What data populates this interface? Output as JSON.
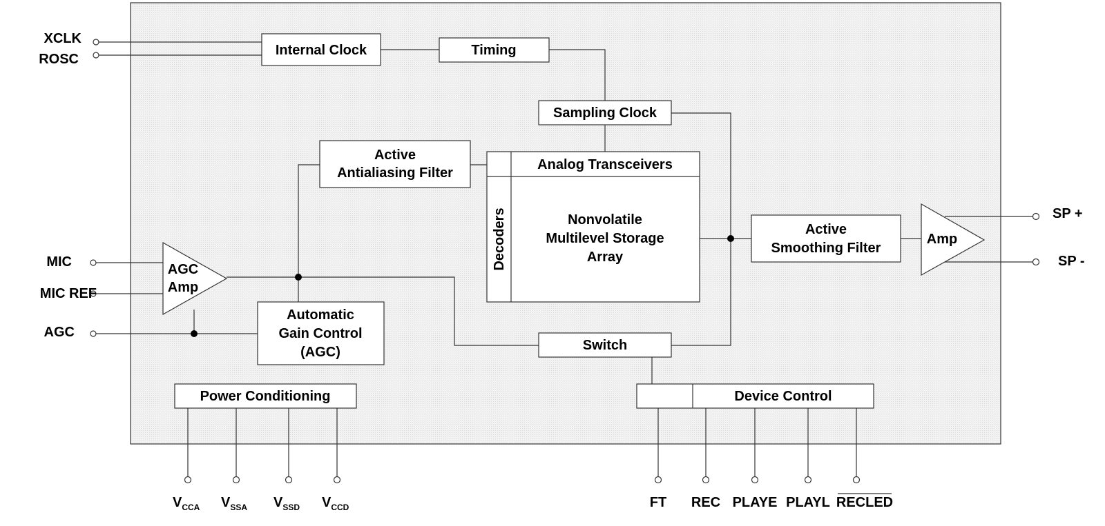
{
  "blocks": {
    "internal_clock": "Internal Clock",
    "timing": "Timing",
    "sampling_clock": "Sampling Clock",
    "antialias_l1": "Active",
    "antialias_l2": "Antialiasing Filter",
    "analog_transceivers": "Analog Transceivers",
    "decoders": "Decoders",
    "storage_l1": "Nonvolatile",
    "storage_l2": "Multilevel Storage",
    "storage_l3": "Array",
    "smoothing_l1": "Active",
    "smoothing_l2": "Smoothing Filter",
    "amp": "Amp",
    "agc_amp_l1": "AGC",
    "agc_amp_l2": "Amp",
    "agc_l1": "Automatic",
    "agc_l2": "Gain Control",
    "agc_l3": "(AGC)",
    "switch": "Switch",
    "power_conditioning": "Power Conditioning",
    "device_control": "Device Control"
  },
  "pins": {
    "xclk": "XCLK",
    "rosc": "ROSC",
    "mic": "MIC",
    "mic_ref": "MIC REF",
    "agc": "AGC",
    "sp_plus": "SP +",
    "sp_minus": "SP -",
    "ft": "FT",
    "rec": "REC",
    "playe": "PLAYE",
    "playl": "PLAYL",
    "recled": "RECLED",
    "vcca_main": "V",
    "vcca_sub": "CCA",
    "vssa_main": "V",
    "vssa_sub": "SSA",
    "vssd_main": "V",
    "vssd_sub": "SSD",
    "vccd_main": "V",
    "vccd_sub": "CCD"
  }
}
